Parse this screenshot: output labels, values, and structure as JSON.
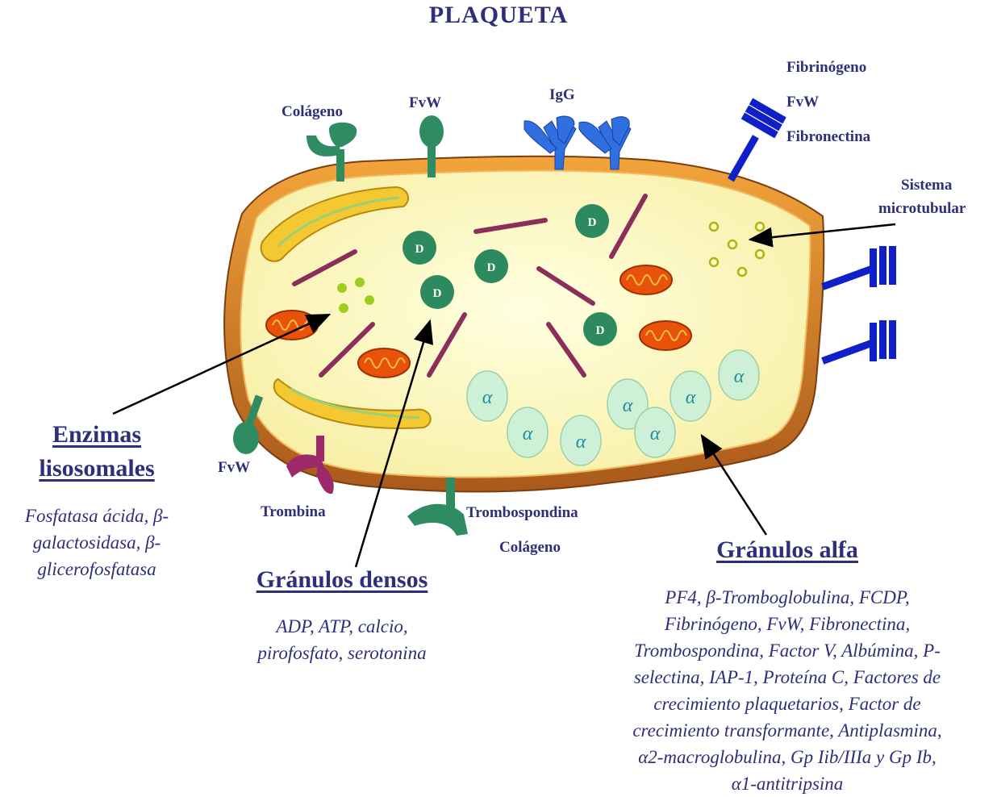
{
  "title": "PLAQUETA",
  "surface_labels": {
    "colageno_top": "Colágeno",
    "fvw_top": "FvW",
    "igg": "IgG",
    "fibrinogeno": "Fibrinógeno",
    "fvw_right": "FvW",
    "fibronectina": "Fibronectina",
    "sistema": "Sistema",
    "microtubular": "microtubular",
    "fvw_bottom": "FvW",
    "trombina": "Trombina",
    "trombospondina": "Trombospondina",
    "colageno_bottom": "Colágeno"
  },
  "organelle_labels": {
    "dense": "D",
    "alpha": "α"
  },
  "enzimas": {
    "heading_line1": "Enzimas",
    "heading_line2": "lisosomales",
    "desc": [
      "Fosfatasa ácida, β-",
      "galactosidasa, β-",
      "glicerofosfatasa"
    ]
  },
  "densos": {
    "heading": "Gránulos densos",
    "desc": [
      "ADP, ATP, calcio,",
      "pirofosfato, serotonina"
    ]
  },
  "alfa": {
    "heading": "Gránulos alfa",
    "desc": [
      "PF4, β-Tromboglobulina, FCDP,",
      "Fibrinógeno, FvW, Fibronectina,",
      "Trombospondina, Factor V, Albúmina, P-",
      "selectina, IAP-1, Proteína C, Factores de",
      "crecimiento plaquetarios, Factor de",
      "crecimiento transformante, Antiplasmina,",
      "α2-macroglobulina, Gp Iib/IIIa y Gp Ib,",
      "α1-antitripsina"
    ]
  },
  "colors": {
    "membrane": "#c8761f",
    "cytoplasm": "#fdf8c6",
    "dense_granule": "#2d8a5e",
    "alpha_granule": "#cdf0d6",
    "alpha_text": "#1f8fa0",
    "mitochondria": "#e8520a",
    "microtubule": "#8b2f5a",
    "receptor_green": "#2f8c62",
    "receptor_blue": "#1f5fd0",
    "receptor_dark_blue": "#1020c8",
    "thrombin": "#9c2a6a",
    "text": "#2e2e7a"
  }
}
